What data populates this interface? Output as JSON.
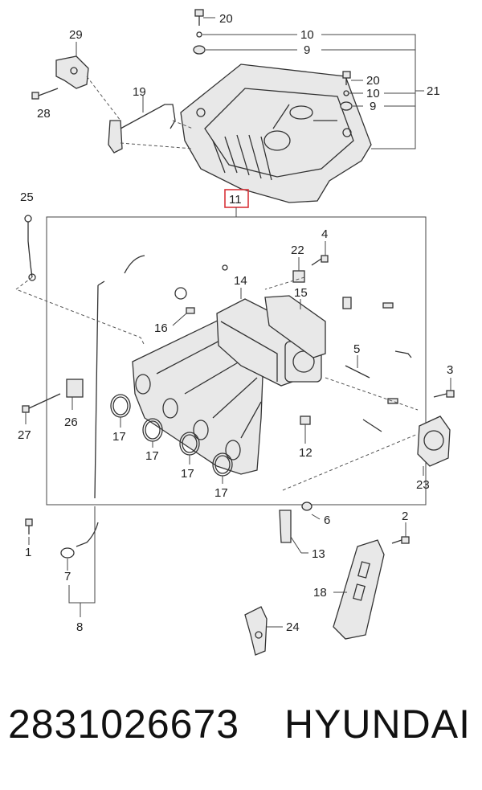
{
  "callouts": {
    "c1": "1",
    "c2": "2",
    "c3": "3",
    "c4": "4",
    "c5": "5",
    "c6": "6",
    "c7": "7",
    "c8": "8",
    "c9a": "9",
    "c9b": "9",
    "c10a": "10",
    "c10b": "10",
    "c11": "11",
    "c12": "12",
    "c13": "13",
    "c14": "14",
    "c15": "15",
    "c16": "16",
    "c17a": "17",
    "c17b": "17",
    "c17c": "17",
    "c17d": "17",
    "c18": "18",
    "c19": "19",
    "c20a": "20",
    "c20b": "20",
    "c21": "21",
    "c22": "22",
    "c23": "23",
    "c24": "24",
    "c25": "25",
    "c26": "26",
    "c27": "27",
    "c28": "28",
    "c29": "29"
  },
  "colors": {
    "highlight": "#d9343a",
    "line": "#333333"
  },
  "footer": {
    "part_number": "2831026673",
    "brand": "HYUNDAI"
  }
}
